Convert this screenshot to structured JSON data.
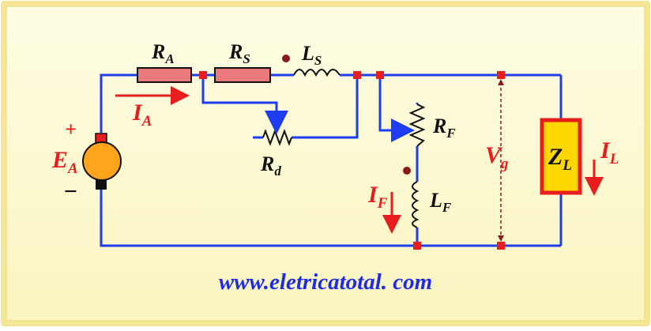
{
  "labels": {
    "ra": {
      "main": "R",
      "sub": "A"
    },
    "rs": {
      "main": "R",
      "sub": "S"
    },
    "ls": {
      "main": "L",
      "sub": "S"
    },
    "rd": {
      "main": "R",
      "sub": "d"
    },
    "rf": {
      "main": "R",
      "sub": "F"
    },
    "lf": {
      "main": "L",
      "sub": "F"
    },
    "ia": {
      "main": "I",
      "sub": "A"
    },
    "ea": {
      "main": "E",
      "sub": "A"
    },
    "if": {
      "main": "I",
      "sub": "F"
    },
    "vg": {
      "main": "V",
      "sub": "g"
    },
    "zl": {
      "main": "Z",
      "sub": "L"
    },
    "il": {
      "main": "I",
      "sub": "L"
    },
    "plus": "+",
    "minus": "−"
  },
  "website": "www.eletricatotal. com",
  "colors": {
    "background": "#FDFBD2",
    "frame": "#F5E99A",
    "wire": "#1E3CF0",
    "accent_red": "#E81E1E",
    "resistor_fill": "#E9797A",
    "load_fill": "#FFD700",
    "generator_fill": "#FFA41B",
    "url_blue": "#1E2BE8"
  }
}
